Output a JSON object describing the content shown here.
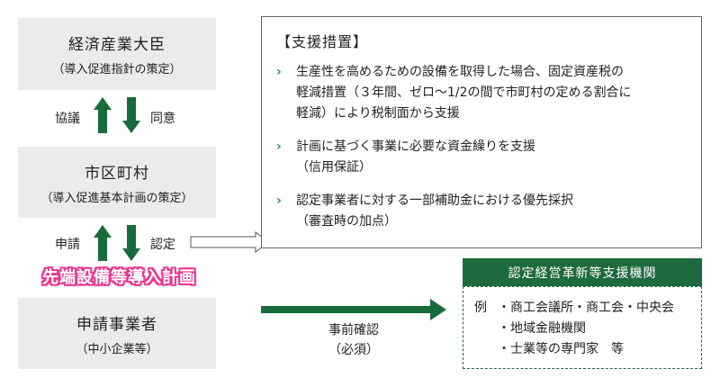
{
  "minister": {
    "title": "経済産業大臣",
    "subtitle": "（導入促進指針の策定）"
  },
  "city": {
    "title": "市区町村",
    "subtitle": "（導入促進基本計画の策定）"
  },
  "applicant": {
    "title": "申請事業者",
    "subtitle": "（中小企業等）"
  },
  "flows": {
    "consult": "協議",
    "agree": "同意",
    "apply": "申請",
    "certify": "認定"
  },
  "plan_title": "先端設備等導入計画",
  "support": {
    "title": "【支援措置】",
    "items": [
      {
        "line1": "生産性を高めるための設備を取得した場合、固定資産税の",
        "line2": "軽減措置（３年間、ゼロ〜1/2の間で市町村の定める割合に",
        "line3": "軽減）により税制面から支援"
      },
      {
        "line1": "計画に基づく事業に必要な資金繰りを支援",
        "line2": "（信用保証）"
      },
      {
        "line1": "認定事業者に対する一部補助金における優先採択",
        "line2": "（審査時の加点）"
      }
    ]
  },
  "support_org": {
    "title": "認定経営革新等支援機関",
    "example_label": "例",
    "items": [
      "・商工会議所・商工会・中央会",
      "・地域金融機関",
      "・士業等の専門家　等"
    ]
  },
  "prior_consult": {
    "line1": "事前確認",
    "line2": "（必須）"
  },
  "colors": {
    "green": "#1e6a3f",
    "arrow_green": "#1a6b3c",
    "pink": "#e8388f",
    "box_gray": "#ebebeb"
  }
}
